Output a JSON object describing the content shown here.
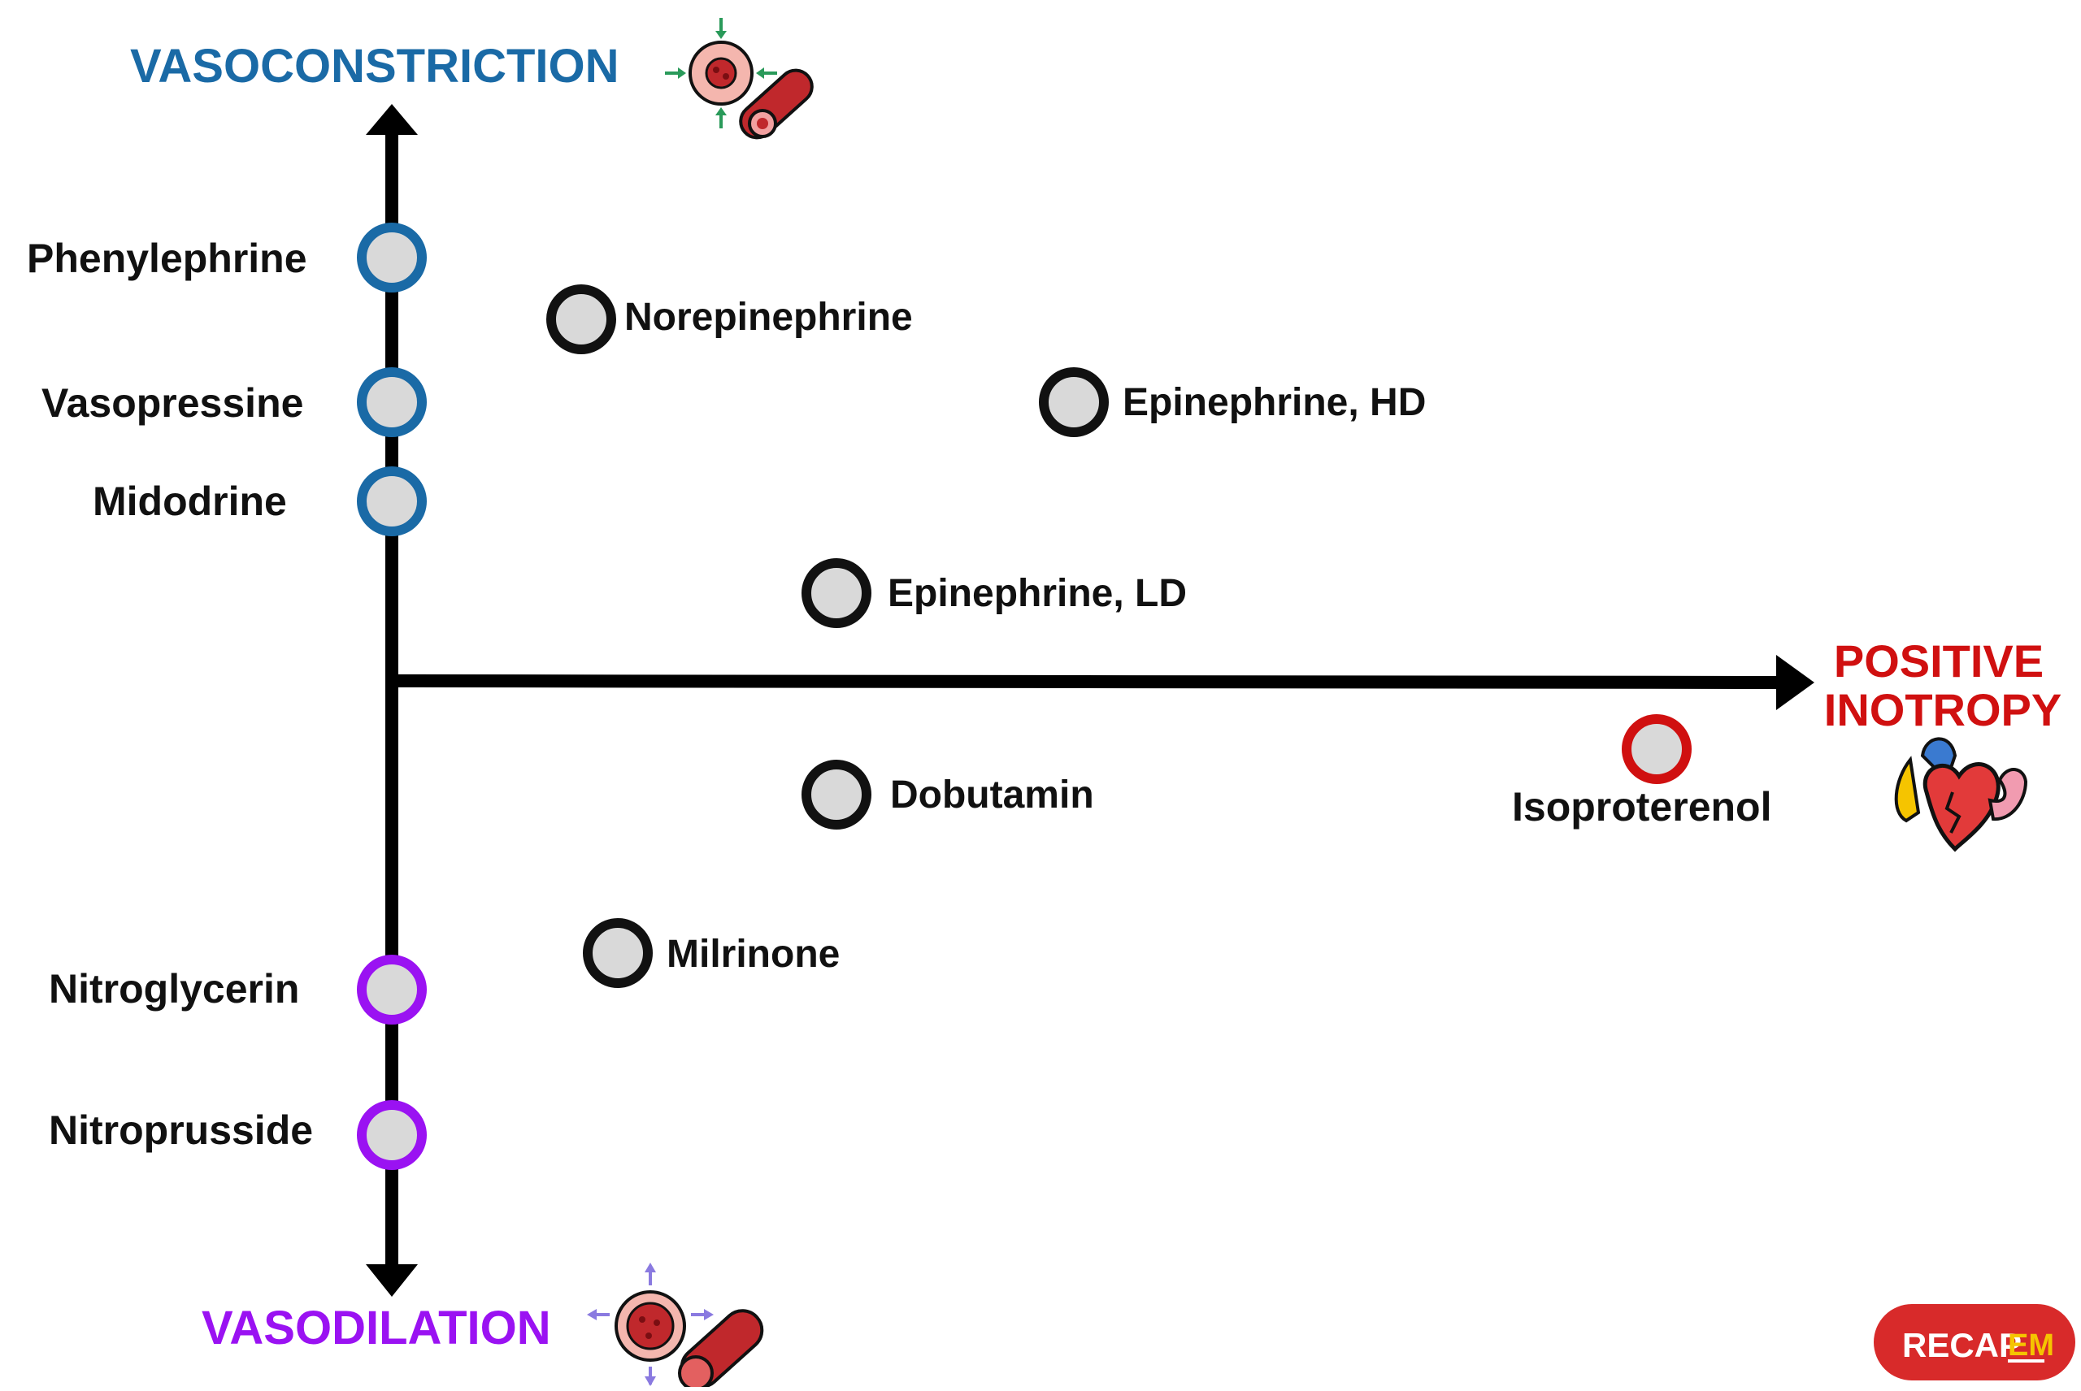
{
  "axes": {
    "top_label": "VASOCONSTRICTION",
    "bottom_label": "VASODILATION",
    "right_label_line1": "POSITIVE",
    "right_label_line2": "INOTROPY"
  },
  "drugs": [
    {
      "key": "phenylephrine",
      "label": "Phenylephrine",
      "group": "vasoconstrictor"
    },
    {
      "key": "vasopressine",
      "label": "Vasopressine",
      "group": "vasoconstrictor"
    },
    {
      "key": "midodrine",
      "label": "Midodrine",
      "group": "vasoconstrictor"
    },
    {
      "key": "norepinephrine",
      "label": "Norepinephrine",
      "group": "mixed"
    },
    {
      "key": "epinephrine-hd",
      "label": "Epinephrine, HD",
      "group": "mixed"
    },
    {
      "key": "epinephrine-ld",
      "label": "Epinephrine, LD",
      "group": "mixed"
    },
    {
      "key": "dobutamin",
      "label": "Dobutamin",
      "group": "mixed"
    },
    {
      "key": "milrinone",
      "label": "Milrinone",
      "group": "mixed"
    },
    {
      "key": "isoproterenol",
      "label": "Isoproterenol",
      "group": "inotrope"
    },
    {
      "key": "nitroglycerin",
      "label": "Nitroglycerin",
      "group": "vasodilator"
    },
    {
      "key": "nitroprusside",
      "label": "Nitroprusside",
      "group": "vasodilator"
    }
  ],
  "logo": {
    "text_left": "RECAP",
    "text_right": "EM"
  },
  "colors": {
    "vasoconstriction": "#1a6aa6",
    "vasodilation": "#9a12f2",
    "inotropy": "#d01010",
    "neutral_ring": "#111111",
    "marker_fill": "#d9d9d9",
    "logo_bg": "#d82a2a",
    "logo_accent": "#f5c400"
  },
  "icons": {
    "top": "constricted-vessel-icon",
    "bottom": "dilated-vessel-icon",
    "right": "strong-heart-icon",
    "logo": "recap-em-logo"
  }
}
